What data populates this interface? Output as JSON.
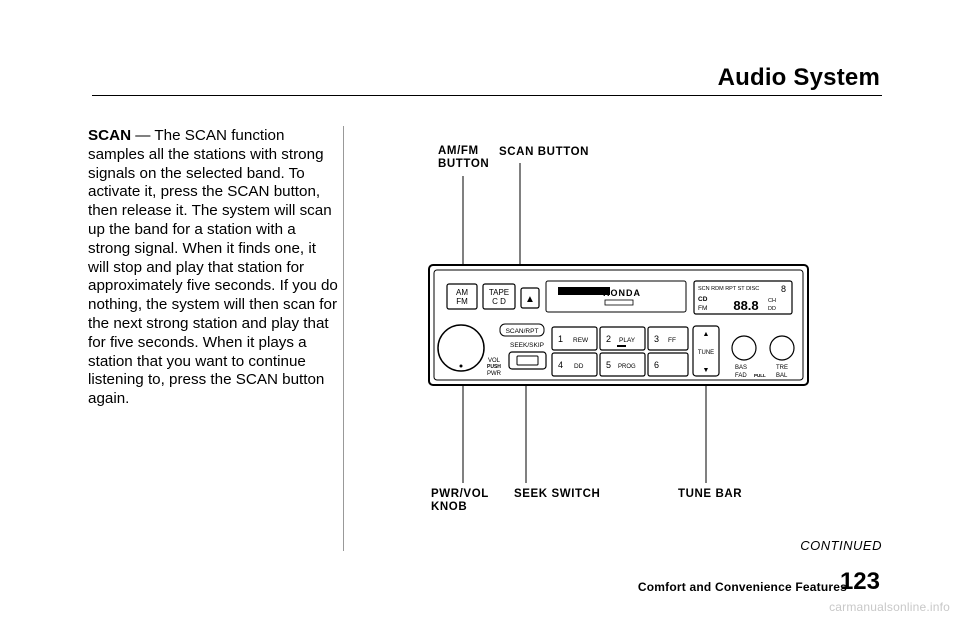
{
  "header": {
    "title": "Audio System"
  },
  "body": {
    "term": "SCAN",
    "text": " — The SCAN function samples all the stations with strong signals on the selected band. To activate it, press the SCAN button, then release it. The system will scan up the band for a station with a strong signal. When it finds one, it will stop and play that station for approximately five seconds. If you do nothing, the system will then scan for the next strong station and play that for five seconds. When it plays a station that you want to continue listening to, press the SCAN button again."
  },
  "callouts": {
    "amfm": "AM/FM\nBUTTON",
    "scan": "SCAN BUTTON",
    "pwr": "PWR/VOL\nKNOB",
    "seek": "SEEK SWITCH",
    "tune": "TUNE BAR"
  },
  "radio": {
    "am": "AM",
    "fm": "FM",
    "tape": "TAPE",
    "cd": "C D",
    "eject_glyph": "▲",
    "brand": "HONDA",
    "display_indicators": "SCN RDM RPT ST DISC",
    "display_digit": "8",
    "display_cd": "CD",
    "display_fm": "FM",
    "display_ch": "CH",
    "display_dolby": "DD",
    "display_digits": "88.8",
    "scan_rpt": "SCAN/RPT",
    "seek_skip": "SEEK/SKIP",
    "vol": "VOL",
    "push": "PUSH",
    "pwr": "PWR",
    "presets": [
      {
        "num": "1",
        "label": "REW"
      },
      {
        "num": "2",
        "label": "PLAY"
      },
      {
        "num": "3",
        "label": "FF"
      },
      {
        "num": "4",
        "label": "DD"
      },
      {
        "num": "5",
        "label": "PROG"
      },
      {
        "num": "6",
        "label": ""
      }
    ],
    "tune": "TUNE",
    "tune_up": "▲",
    "tune_down": "▼",
    "bas": "BAS",
    "tre": "TRE",
    "fad": "FAD",
    "pull": "PULL",
    "bal": "BAL"
  },
  "footer": {
    "continued": "CONTINUED",
    "section": "Comfort and Convenience Features",
    "page": "123",
    "watermark": "carmanualsonline.info"
  }
}
